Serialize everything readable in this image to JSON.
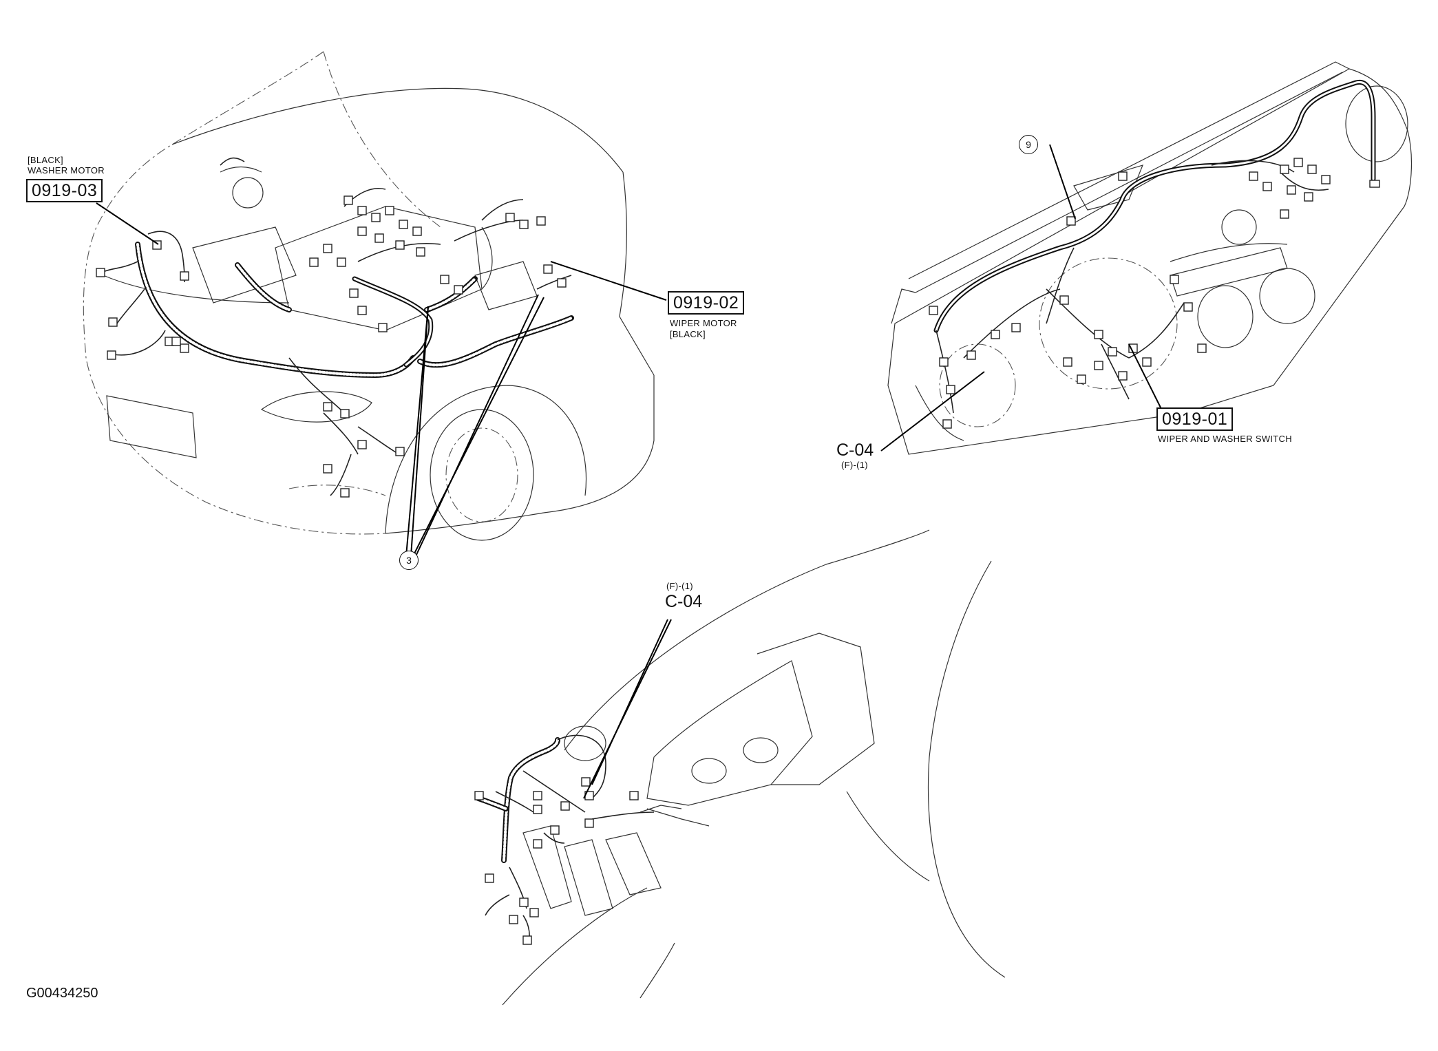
{
  "labels": {
    "washer_motor": {
      "code": "0919-03",
      "name": "WASHER MOTOR",
      "color": "[BLACK]"
    },
    "wiper_motor": {
      "code": "0919-02",
      "name": "WIPER MOTOR",
      "color": "[BLACK]"
    },
    "wiper_washer_switch": {
      "code": "0919-01",
      "name": "WIPER AND WASHER SWITCH"
    },
    "connector_dash": {
      "code": "C-04",
      "sub": "(F)-(1)"
    },
    "connector_floor": {
      "code": "C-04",
      "sub": "(F)-(1)"
    }
  },
  "callouts": {
    "engine_harness": "3",
    "dash_harness": "9"
  },
  "figure_id": "G00434250"
}
